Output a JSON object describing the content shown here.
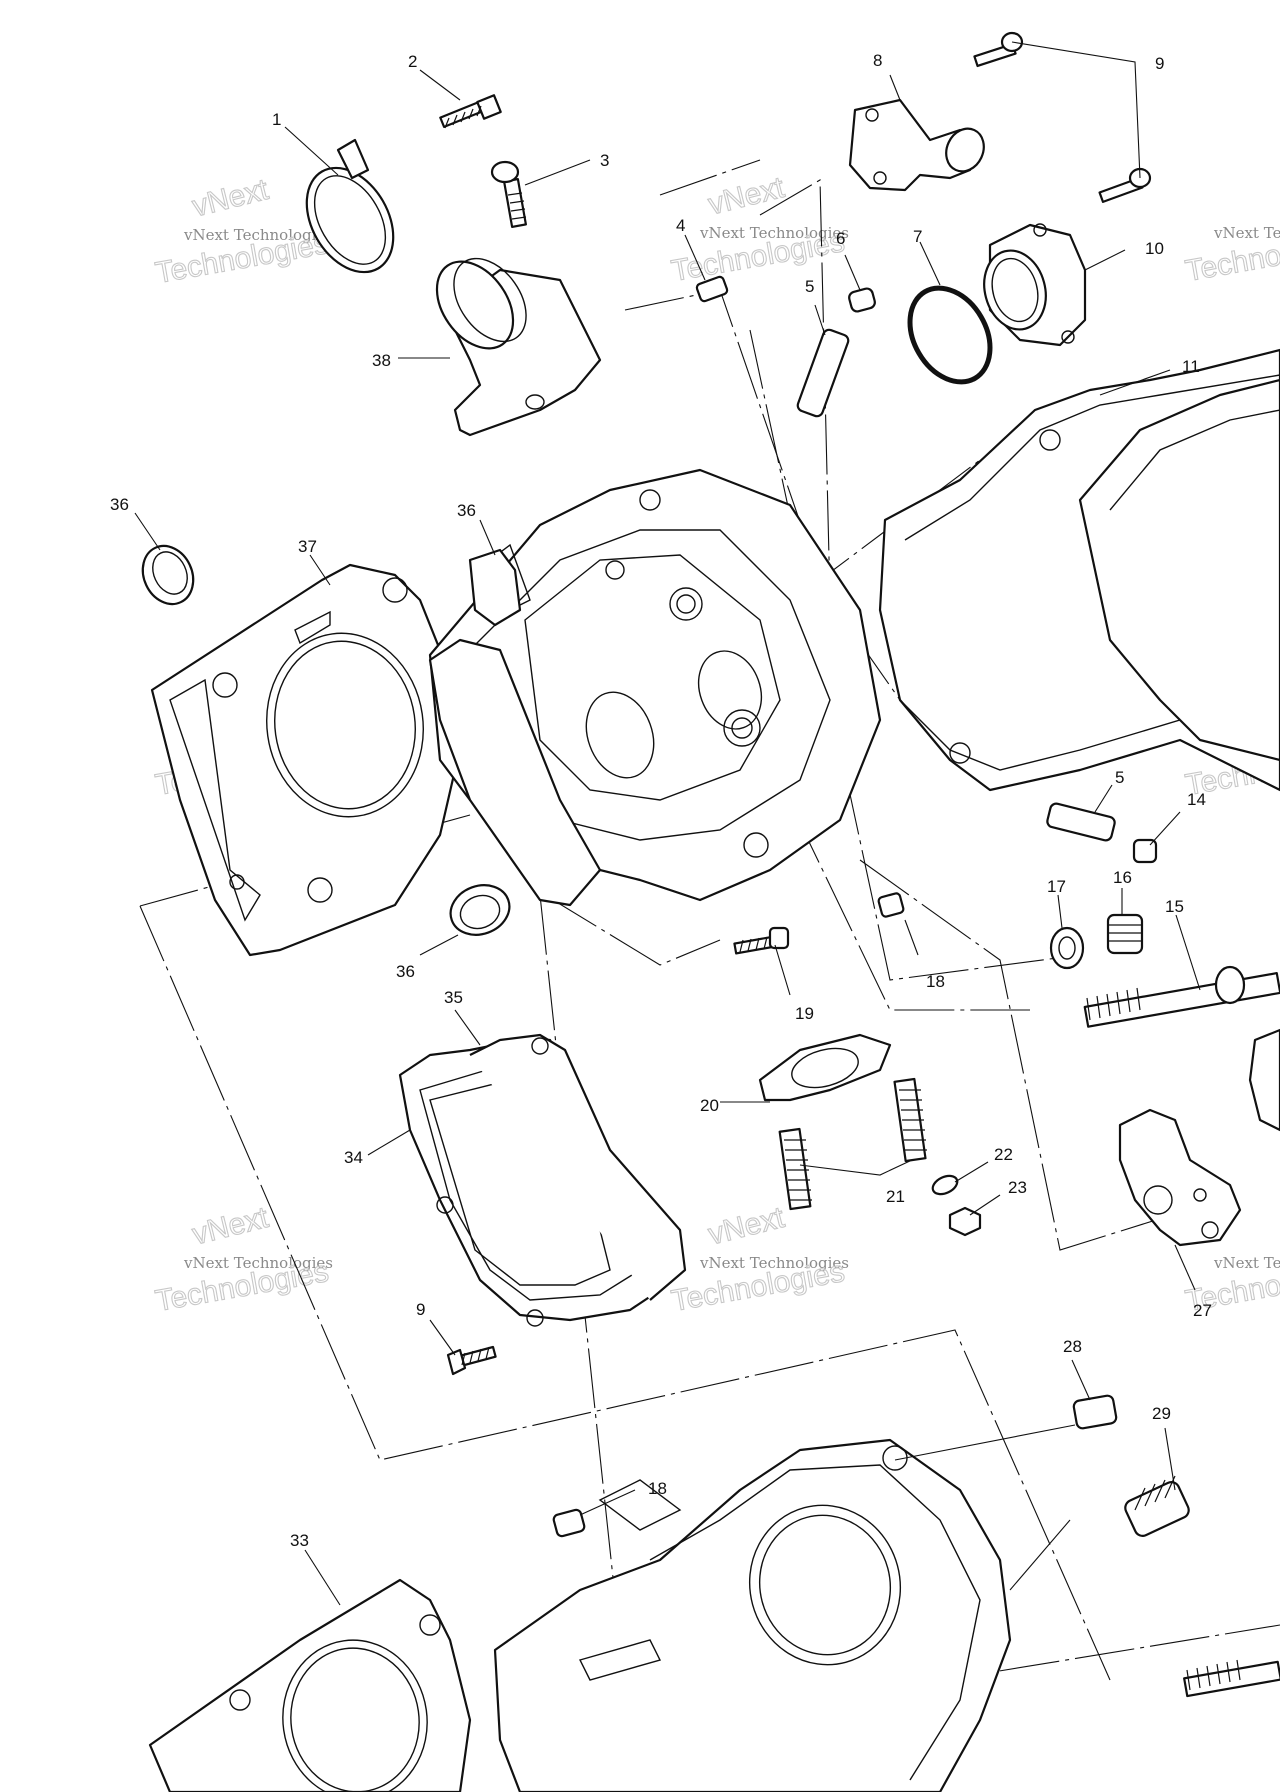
{
  "diagram": {
    "callouts": [
      "1",
      "2",
      "3",
      "4",
      "5",
      "6",
      "7",
      "8",
      "9",
      "10",
      "11",
      "36",
      "37",
      "36",
      "38",
      "5",
      "14",
      "17",
      "16",
      "15",
      "36",
      "18",
      "19",
      "35",
      "34",
      "20",
      "21",
      "22",
      "23",
      "27",
      "9",
      "28",
      "29",
      "18",
      "33"
    ],
    "watermark": {
      "line1": "vNext",
      "line2": "vNext Technologies",
      "line3": "Technologies"
    }
  }
}
